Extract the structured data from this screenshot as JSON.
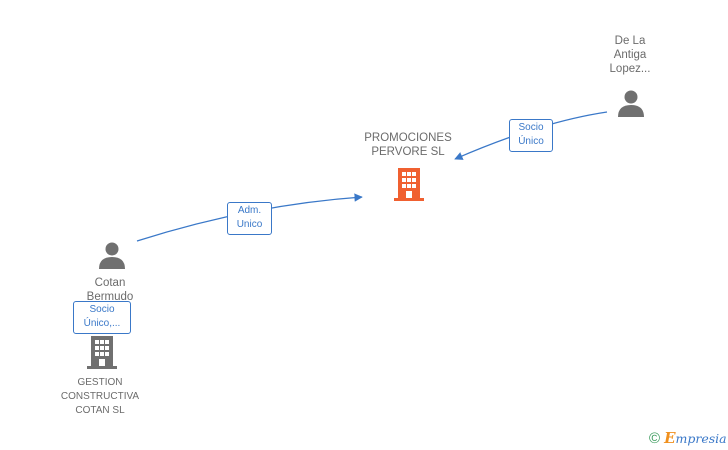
{
  "colors": {
    "edge": "#3a78c8",
    "person_icon": "#707070",
    "company_icon_main": "#f06030",
    "company_icon_other": "#707070",
    "label_text": "#6b6b6b"
  },
  "nodes": {
    "promociones": {
      "label": "PROMOCIONES\nPERVORE SL",
      "icon": "building-icon"
    },
    "delaantiga": {
      "label": "De La\nAntiga\nLopez...",
      "icon": "person-icon"
    },
    "cotan": {
      "label": "Cotan\nBermudo",
      "icon": "person-icon"
    },
    "gestion": {
      "label": "GESTION\nCONSTRUCTIVA\nCOTAN SL",
      "icon": "building-icon"
    }
  },
  "edges": {
    "socio_unico": "Socio\nÚnico",
    "adm_unico": "Adm.\nUnico",
    "socio_unico_2": "Socio\nÚnico,..."
  },
  "watermark": {
    "copyright": "©",
    "brand_initial": "E",
    "brand_rest": "mpresia"
  }
}
